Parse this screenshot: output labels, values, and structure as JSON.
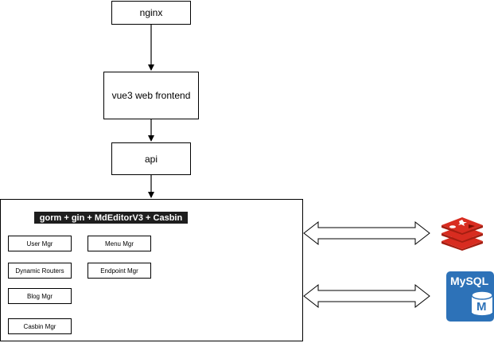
{
  "nodes": {
    "nginx": "nginx",
    "frontend": "vue3 web frontend",
    "api": "api"
  },
  "backend": {
    "banner": "gorm + gin + MdEditorV3 + Casbin",
    "modules": {
      "user": "User Mgr",
      "menu": "Menu Mgr",
      "routers": "Dynamic Routers",
      "endpoint": "Endpoint Mgr",
      "blog": "Blog Mgr",
      "casbin": "Casbin Mgr"
    }
  },
  "services": {
    "redis": {
      "icon": "redis-icon",
      "color": "#d82c20"
    },
    "mysql": {
      "label": "MySQL",
      "letter": "M",
      "icon": "mysql-icon",
      "color": "#2d72b8"
    }
  }
}
